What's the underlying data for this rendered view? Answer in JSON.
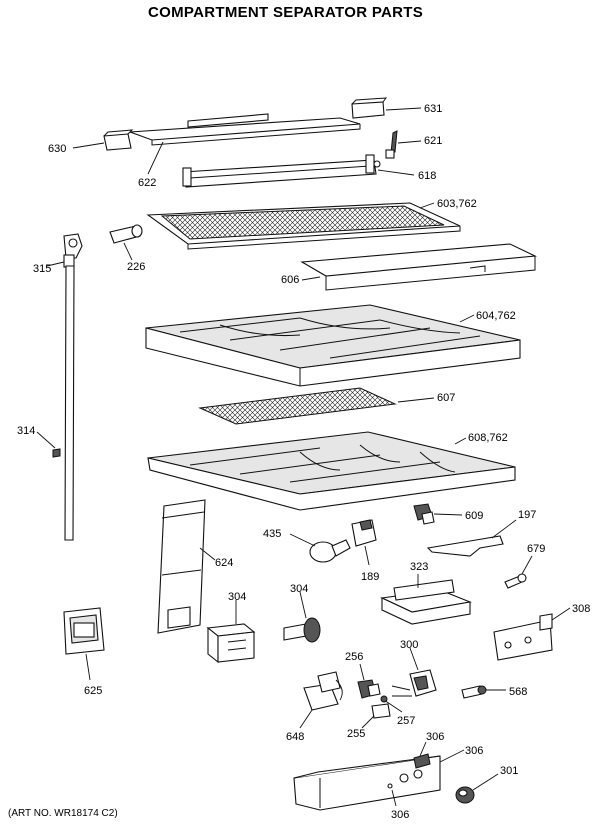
{
  "title": "COMPARTMENT SEPARATOR PARTS",
  "art_number": "(ART NO. WR18174 C2)",
  "callouts": {
    "p631": "631",
    "p621": "621",
    "p630": "630",
    "p622": "622",
    "p618": "618",
    "p603": "603,762",
    "p315": "315",
    "p226": "226",
    "p606": "606",
    "p604": "604,762",
    "p607": "607",
    "p314": "314",
    "p608": "608,762",
    "p609": "609",
    "p197": "197",
    "p435": "435",
    "p624": "624",
    "p189": "189",
    "p679": "679",
    "p323": "323",
    "p304a": "304",
    "p304b": "304",
    "p308": "308",
    "p300": "300",
    "p256": "256",
    "p625": "625",
    "p568": "568",
    "p648": "648",
    "p257": "257",
    "p255": "255",
    "p306a": "306",
    "p306b": "306",
    "p301": "301",
    "p306c": "306"
  }
}
